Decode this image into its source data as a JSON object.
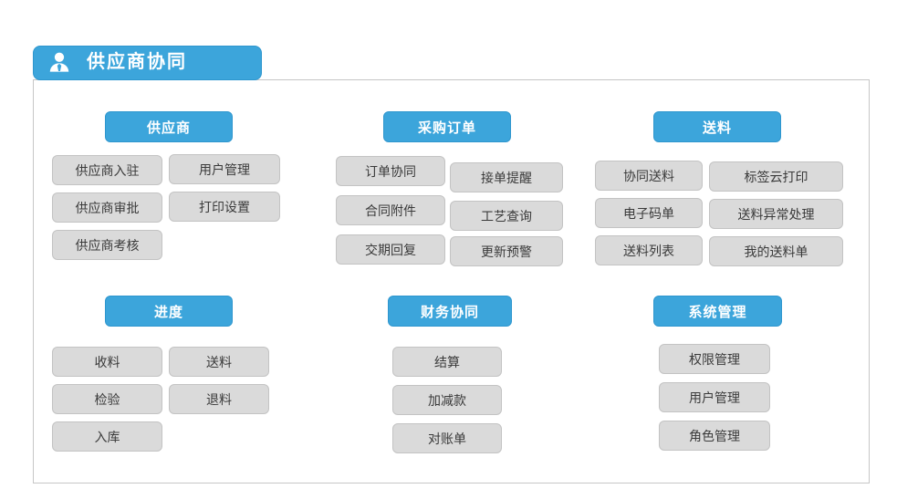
{
  "header": {
    "title": "供应商协同",
    "icon": "user-icon"
  },
  "colors": {
    "accent_blue": "#3ca5db",
    "accent_blue_border": "#2e96ce",
    "button_bg": "#dadada",
    "button_border": "#c3c3c3",
    "button_text": "#3a3a3a",
    "panel_border": "#c6c6c6",
    "header_text": "#ffffff"
  },
  "sections": [
    {
      "id": "supplier",
      "title": "供应商",
      "items": [
        "供应商入驻",
        "用户管理",
        "供应商审批",
        "打印设置",
        "供应商考核"
      ]
    },
    {
      "id": "purchase-order",
      "title": "采购订单",
      "items": [
        "订单协同",
        "接单提醒",
        "合同附件",
        "工艺查询",
        "交期回复",
        "更新预警"
      ]
    },
    {
      "id": "delivery",
      "title": "送料",
      "items": [
        "协同送料",
        "标签云打印",
        "电子码单",
        "送料异常处理",
        "送料列表",
        "我的送料单"
      ]
    },
    {
      "id": "progress",
      "title": "进度",
      "items": [
        "收料",
        "送料",
        "检验",
        "退料",
        "入库"
      ]
    },
    {
      "id": "finance",
      "title": "财务协同",
      "items": [
        "结算",
        "加减款",
        "对账单"
      ]
    },
    {
      "id": "system",
      "title": "系统管理",
      "items": [
        "权限管理",
        "用户管理",
        "角色管理"
      ]
    }
  ]
}
